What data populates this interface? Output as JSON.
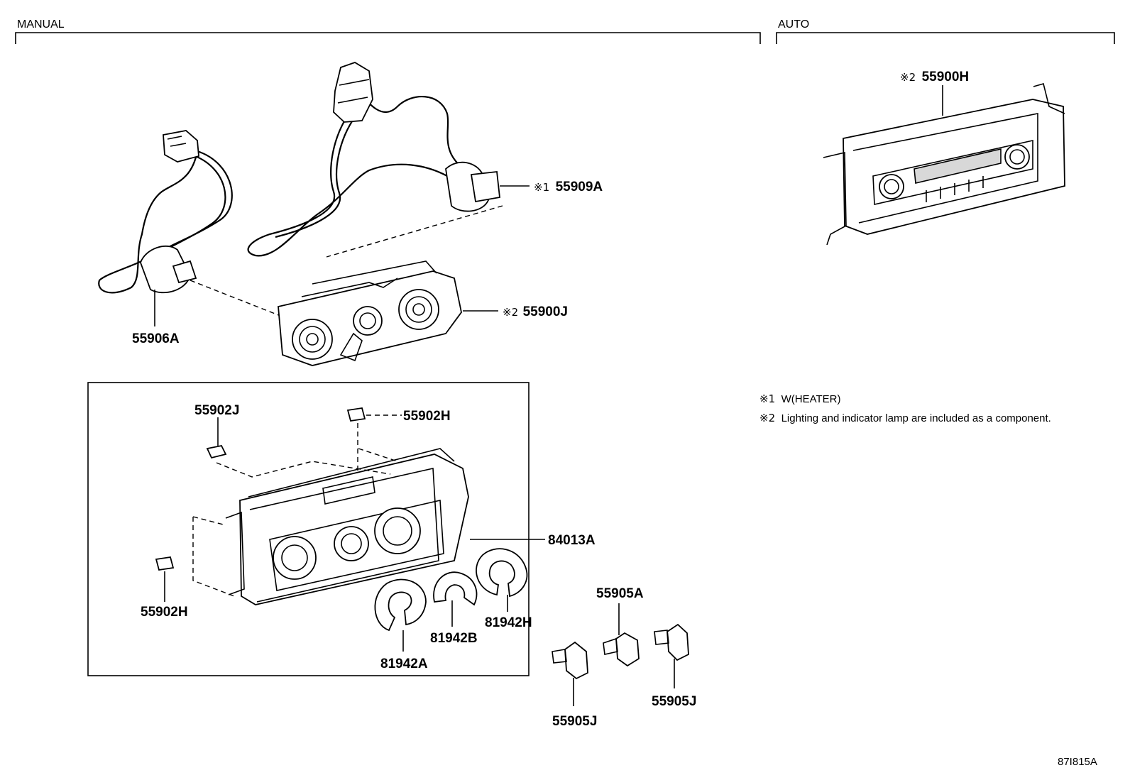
{
  "sections": {
    "manual": "MANUAL",
    "auto": "AUTO"
  },
  "parts": {
    "p55900H": "55900H",
    "p55909A": "55909A",
    "p55900J": "55900J",
    "p55906A": "55906A",
    "p55902J": "55902J",
    "p55902H_top": "55902H",
    "p55902H_left": "55902H",
    "p84013A": "84013A",
    "p55905A": "55905A",
    "p81942H": "81942H",
    "p81942B": "81942B",
    "p81942A": "81942A",
    "p55905J_right": "55905J",
    "p55905J_left": "55905J"
  },
  "marks": {
    "m55900H": "※2",
    "m55909A": "※1",
    "m55900J": "※2"
  },
  "notes": {
    "n1_mark": "※1",
    "n1_text": "W(HEATER)",
    "n2_mark": "※2",
    "n2_text": "Lighting and indicator lamp are included as a component."
  },
  "diagram_code": "87I815A"
}
